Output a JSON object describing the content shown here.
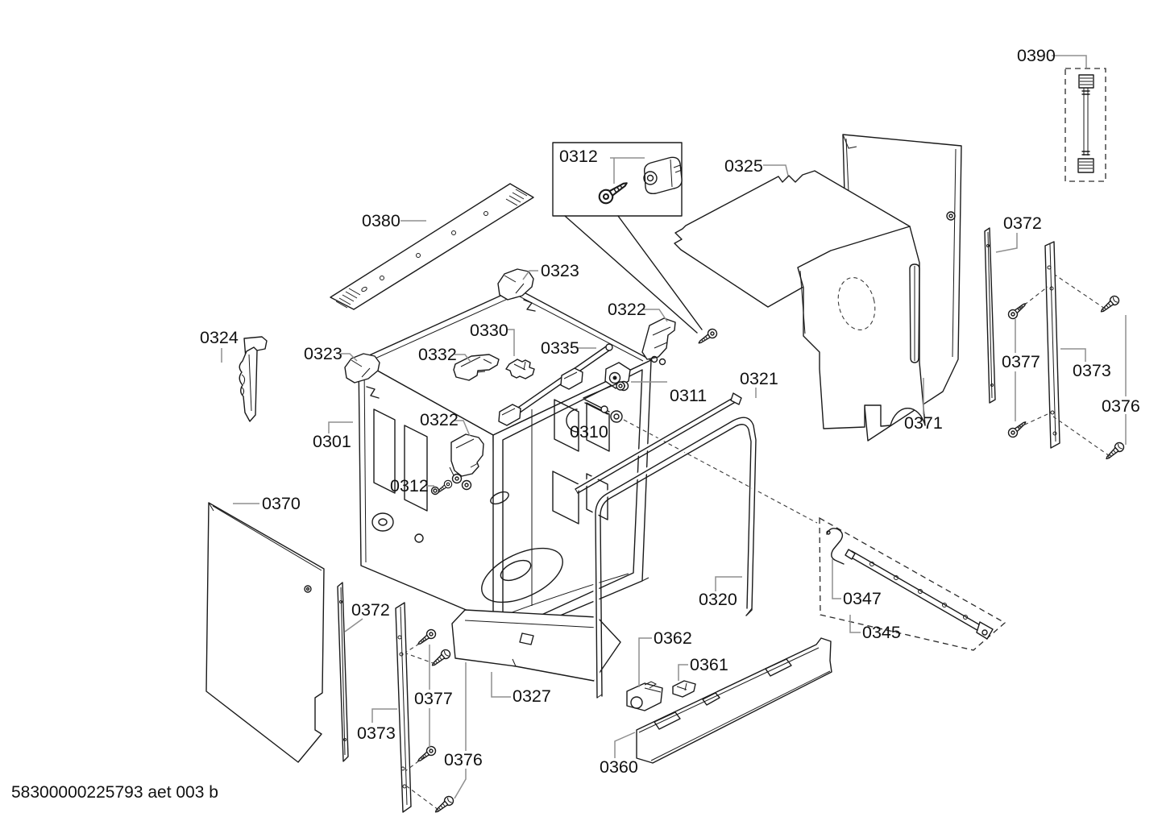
{
  "footer": {
    "doc_code": "58300000225793 aet 003 b"
  },
  "colors": {
    "line": "#1a1a1a",
    "leader": "#8f8f8f",
    "background": "#ffffff"
  },
  "labels": [
    {
      "id": "0390",
      "text": "0390"
    },
    {
      "id": "0312-box",
      "text": "0312"
    },
    {
      "id": "0325",
      "text": "0325"
    },
    {
      "id": "0380",
      "text": "0380"
    },
    {
      "id": "0323-top",
      "text": "0323"
    },
    {
      "id": "0322-top",
      "text": "0322"
    },
    {
      "id": "0330",
      "text": "0330"
    },
    {
      "id": "0332",
      "text": "0332"
    },
    {
      "id": "0335",
      "text": "0335"
    },
    {
      "id": "0324",
      "text": "0324"
    },
    {
      "id": "0323-left",
      "text": "0323"
    },
    {
      "id": "0311",
      "text": "0311"
    },
    {
      "id": "0321",
      "text": "0321"
    },
    {
      "id": "0301",
      "text": "0301"
    },
    {
      "id": "0322-mid",
      "text": "0322"
    },
    {
      "id": "0310",
      "text": "0310"
    },
    {
      "id": "0312-mid",
      "text": "0312"
    },
    {
      "id": "0370",
      "text": "0370"
    },
    {
      "id": "0372-left",
      "text": "0372"
    },
    {
      "id": "0377-left",
      "text": "0377"
    },
    {
      "id": "0373-left",
      "text": "0373"
    },
    {
      "id": "0376-left",
      "text": "0376"
    },
    {
      "id": "0327",
      "text": "0327"
    },
    {
      "id": "0362",
      "text": "0362"
    },
    {
      "id": "0361",
      "text": "0361"
    },
    {
      "id": "0320",
      "text": "0320"
    },
    {
      "id": "0360",
      "text": "0360"
    },
    {
      "id": "0347",
      "text": "0347"
    },
    {
      "id": "0345",
      "text": "0345"
    },
    {
      "id": "0371",
      "text": "0371"
    },
    {
      "id": "0372-right",
      "text": "0372"
    },
    {
      "id": "0377-right",
      "text": "0377"
    },
    {
      "id": "0373-right",
      "text": "0373"
    },
    {
      "id": "0376-right",
      "text": "0376"
    }
  ]
}
